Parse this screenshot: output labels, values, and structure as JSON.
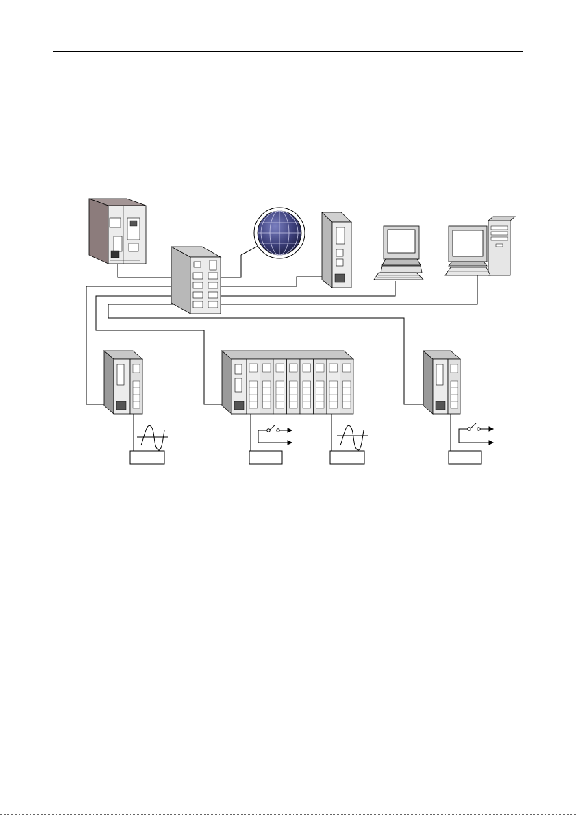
{
  "diagram": {
    "type": "network-topology",
    "nodes": [
      {
        "id": "controller-cpu",
        "kind": "embedded controller"
      },
      {
        "id": "ethernet-switch",
        "kind": "ethernet switch"
      },
      {
        "id": "internet-globe",
        "kind": "internet / wan"
      },
      {
        "id": "serial-gateway",
        "kind": "gateway module"
      },
      {
        "id": "desktop-pc",
        "kind": "desktop computer"
      },
      {
        "id": "tower-pc",
        "kind": "tower computer"
      },
      {
        "id": "io-station-left",
        "kind": "remote i/o station"
      },
      {
        "id": "io-station-center",
        "kind": "remote i/o station"
      },
      {
        "id": "io-station-right",
        "kind": "remote i/o station"
      },
      {
        "id": "analog-signal-left",
        "kind": "analog sensor"
      },
      {
        "id": "digital-switch-center",
        "kind": "digital input"
      },
      {
        "id": "analog-signal-center",
        "kind": "analog sensor"
      },
      {
        "id": "digital-switch-right",
        "kind": "digital input"
      }
    ],
    "links": [
      {
        "from": "controller-cpu",
        "to": "ethernet-switch"
      },
      {
        "from": "internet-globe",
        "to": "ethernet-switch"
      },
      {
        "from": "serial-gateway",
        "to": "ethernet-switch"
      },
      {
        "from": "desktop-pc",
        "to": "ethernet-switch"
      },
      {
        "from": "tower-pc",
        "to": "ethernet-switch"
      },
      {
        "from": "io-station-left",
        "to": "ethernet-switch"
      },
      {
        "from": "io-station-center",
        "to": "ethernet-switch"
      },
      {
        "from": "io-station-right",
        "to": "ethernet-switch"
      },
      {
        "from": "analog-signal-left",
        "to": "io-station-left"
      },
      {
        "from": "digital-switch-center",
        "to": "io-station-center"
      },
      {
        "from": "analog-signal-center",
        "to": "io-station-center"
      },
      {
        "from": "digital-switch-right",
        "to": "io-station-right"
      }
    ],
    "colors": {
      "line": "#000000",
      "device_face": "#e8e8e8",
      "device_side": "#b8b8b8",
      "device_dark": "#8c7c7c",
      "globe": "#3c3f7a",
      "screen": "#ffffff"
    }
  }
}
